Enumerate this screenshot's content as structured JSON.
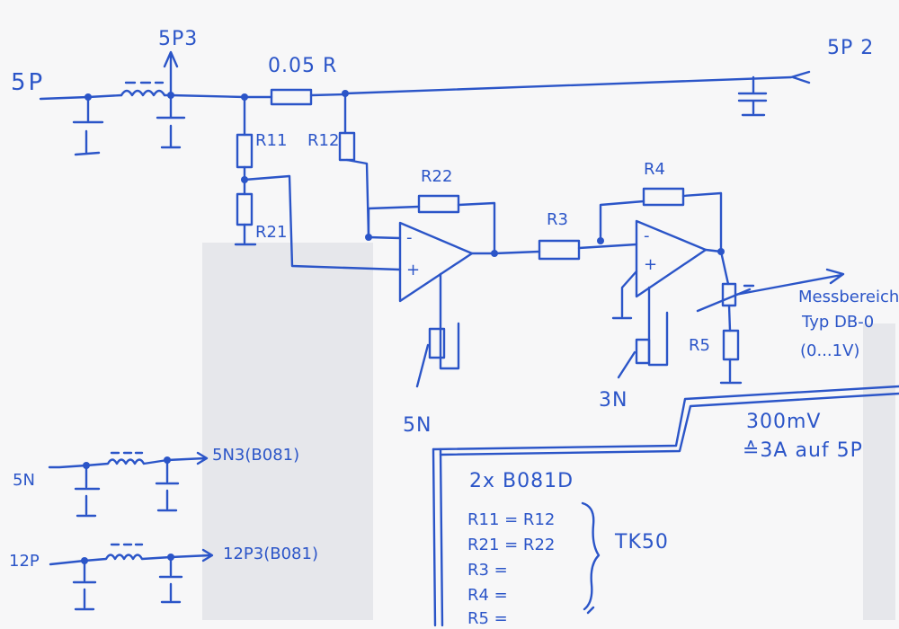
{
  "colors": {
    "ink": "#2b55c8",
    "paper": "#f7f7f8"
  },
  "nodes": {
    "supply_in": "5P",
    "test_point_3": "5P3",
    "supply_out": "5P 2",
    "neg_supply_left": "5N",
    "neg_supply_right": "3N"
  },
  "components": {
    "shunt": "0.05 R",
    "r11": "R11",
    "r12": "R12",
    "r21": "R21",
    "r22": "R22",
    "r3": "R3",
    "r4": "R4",
    "r5": "R5",
    "opamp_minus": "-",
    "opamp_plus": "+"
  },
  "output": {
    "line1": "Messbereich",
    "line2": "Typ DB-0",
    "line3": "(0...1V)"
  },
  "specs": {
    "line1": "300mV",
    "line2": "≙3A auf 5P"
  },
  "aux_supplies": [
    {
      "in": "5N",
      "out": "5N3(B081)"
    },
    {
      "in": "12P",
      "out": "12P3(B081)"
    }
  ],
  "parts_box": {
    "title": "2x B081D",
    "rows": [
      "R11 = R12",
      "R21 = R22",
      "R3 =",
      "R4 =",
      "R5 ="
    ],
    "group_note": "TK50"
  }
}
